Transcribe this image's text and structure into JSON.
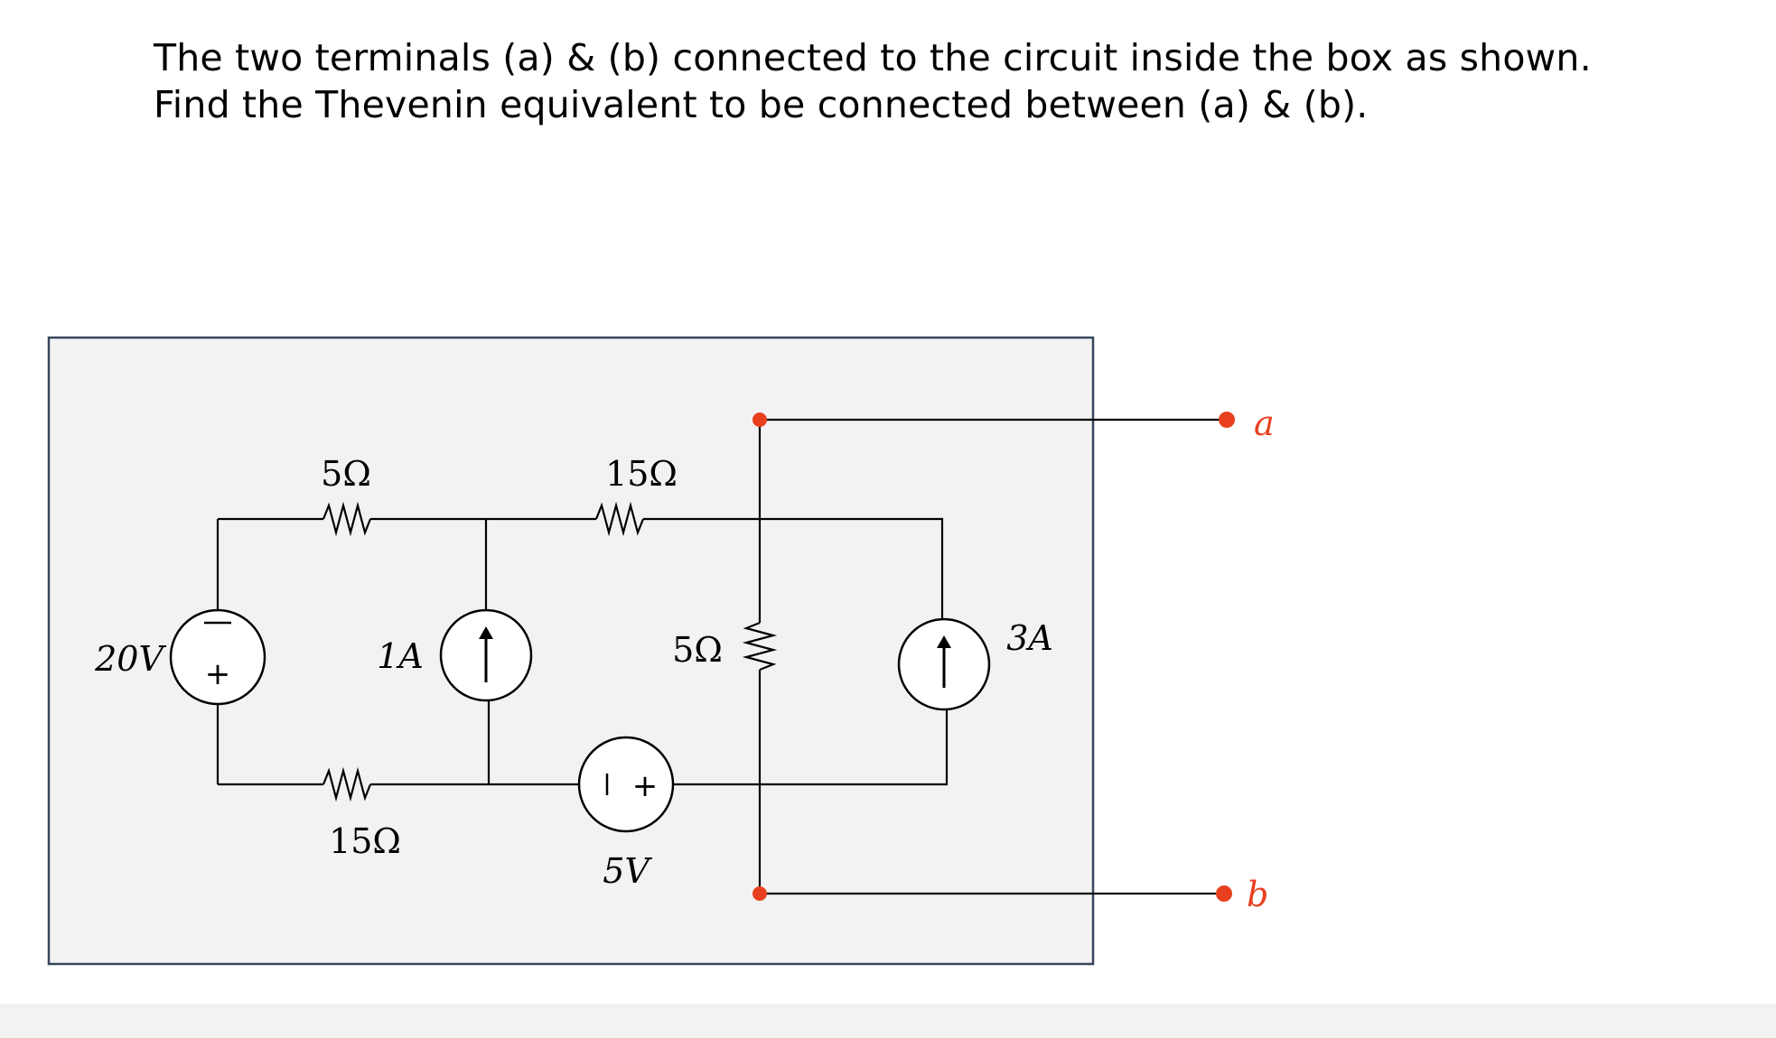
{
  "question": {
    "line1": "The two terminals (a) & (b) connected to the circuit inside the box as shown.",
    "line2": "Find the Thevenin equivalent to be connected between (a) & (b)."
  },
  "circuit": {
    "box_fill": "#f2f2f2",
    "box_border": "#36465a",
    "node_color": "#e8401e",
    "components": {
      "r_top_left": "5Ω",
      "r_top_mid": "15Ω",
      "r_bottom_left": "15Ω",
      "r_vertical": "5Ω",
      "v_source_left": "20V",
      "i_source_mid": "1A",
      "v_source_bottom": "5V",
      "i_source_right": "3A"
    },
    "source_signs": {
      "left_top": "−",
      "left_bottom": "+",
      "bottom_left": "|",
      "bottom_right": "+"
    },
    "terminals": {
      "a": "a",
      "b": "b"
    }
  }
}
